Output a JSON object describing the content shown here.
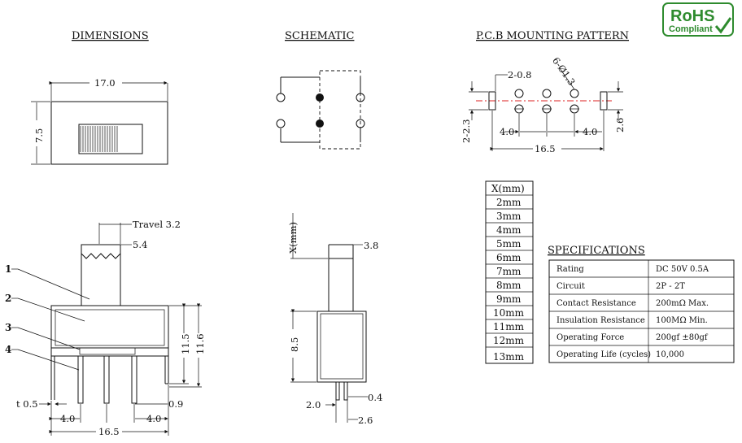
{
  "headers": {
    "dimensions": "DIMENSIONS",
    "schematic": "SCHEMATIC",
    "pcb": "P.C.B MOUNTING PATTERN",
    "specifications": "SPECIFICATIONS"
  },
  "rohs": {
    "line1": "RoHS",
    "line2": "Compliant",
    "color": "#2e8b2e"
  },
  "top_view": {
    "width": "17.0",
    "height": "7.5"
  },
  "pcb": {
    "d1": "2-0.8",
    "d2": "6-Ø1.3",
    "d3": "2-2.3",
    "d4": "2.6",
    "p1": "4.0",
    "p2": "4.0",
    "total": "16.5"
  },
  "side_view": {
    "travel": "Travel 3.2",
    "w54": "5.4",
    "h115": "11.5",
    "h116": "11.6",
    "t": "t 0.5",
    "p09": "0.9",
    "p1": "4.0",
    "p2": "4.0",
    "total": "16.5",
    "labels": [
      "1",
      "2",
      "3",
      "4"
    ]
  },
  "front_view": {
    "x": "X(mm)",
    "w38": "3.8",
    "h85": "8.5",
    "w20": "2.0",
    "w04": "0.4",
    "w26": "2.6"
  },
  "x_table": {
    "header": "X(mm)",
    "rows": [
      "2mm",
      "3mm",
      "4mm",
      "5mm",
      "6mm",
      "7mm",
      "8mm",
      "9mm",
      "10mm",
      "11mm",
      "12mm",
      "13mm"
    ]
  },
  "specs": [
    {
      "label": "Rating",
      "value": "DC 50V  0.5A"
    },
    {
      "label": "Circuit",
      "value": "2P - 2T"
    },
    {
      "label": "Contact Resistance",
      "value": "200mΩ  Max."
    },
    {
      "label": "Insulation Resistance",
      "value": "100MΩ  Min."
    },
    {
      "label": "Operating Force",
      "value": "200gf  ±80gf"
    },
    {
      "label": "Operating Life (cycles)",
      "value": "10,000"
    }
  ]
}
